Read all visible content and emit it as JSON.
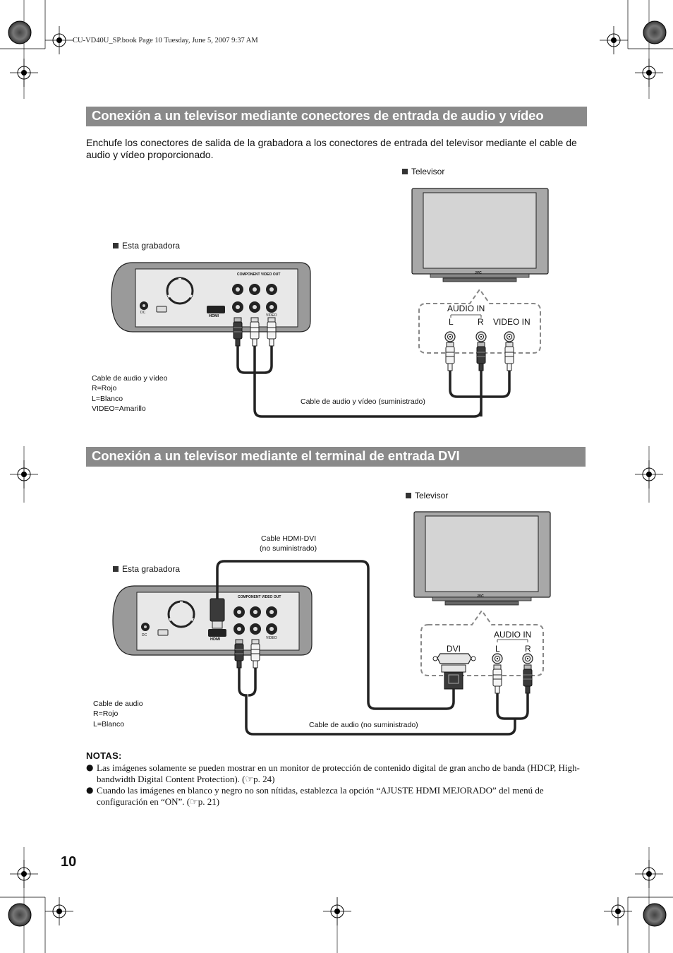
{
  "header": {
    "file_line": "CU-VD40U_SP.book  Page 10  Tuesday, June 5, 2007  9:37 AM"
  },
  "section1": {
    "title": "Conexión a un televisor mediante conectores de entrada de audio y vídeo",
    "intro": "Enchufe los conectores de salida de la grabadora a los conectores de entrada del televisor mediante el cable de audio y vídeo proporcionado.",
    "tv_label": "Televisor",
    "recorder_label": "Esta grabadora",
    "audio_in": "AUDIO IN",
    "left": "L",
    "right": "R",
    "video_in": "VIDEO IN",
    "cable_title": "Cable de audio y vídeo",
    "cable_r": "R=Rojo",
    "cable_l": "L=Blanco",
    "cable_video": "VIDEO=Amarillo",
    "cable_supplied": "Cable de audio y vídeo (suministrado)"
  },
  "section2": {
    "title": "Conexión a un televisor mediante el terminal de entrada DVI",
    "tv_label": "Televisor",
    "recorder_label": "Esta grabadora",
    "hdmi_cable_1": "Cable HDMI-DVI",
    "hdmi_cable_2": "(no suministrado)",
    "audio_in": "AUDIO IN",
    "dvi": "DVI",
    "left": "L",
    "right": "R",
    "cable_title": "Cable de audio",
    "cable_r": "R=Rojo",
    "cable_l": "L=Blanco",
    "cable_not_supplied": "Cable de audio (no suministrado)"
  },
  "device": {
    "component_out": "COMPONENT VIDEO OUT",
    "hdmi": "HDMI",
    "dc": "DC",
    "video": "VIDEO",
    "brand": "JVC"
  },
  "notes": {
    "title": "NOTAS:",
    "items": [
      "Las imágenes solamente se pueden mostrar en un monitor de protección de contenido digital de gran ancho de banda (HDCP, High-bandwidth Digital Content Protection). (☞p. 24)",
      "Cuando las imágenes en blanco y negro no son nítidas, establezca la opción “AJUSTE HDMI MEJORADO” del menú de configuración en “ON”. (☞p. 21)"
    ]
  },
  "page_number": "10",
  "colors": {
    "section_bar": "#8a8a8a",
    "device_body": "#9a9a9a",
    "tv_bezel": "#a8a8a8",
    "cable": "#222222"
  }
}
